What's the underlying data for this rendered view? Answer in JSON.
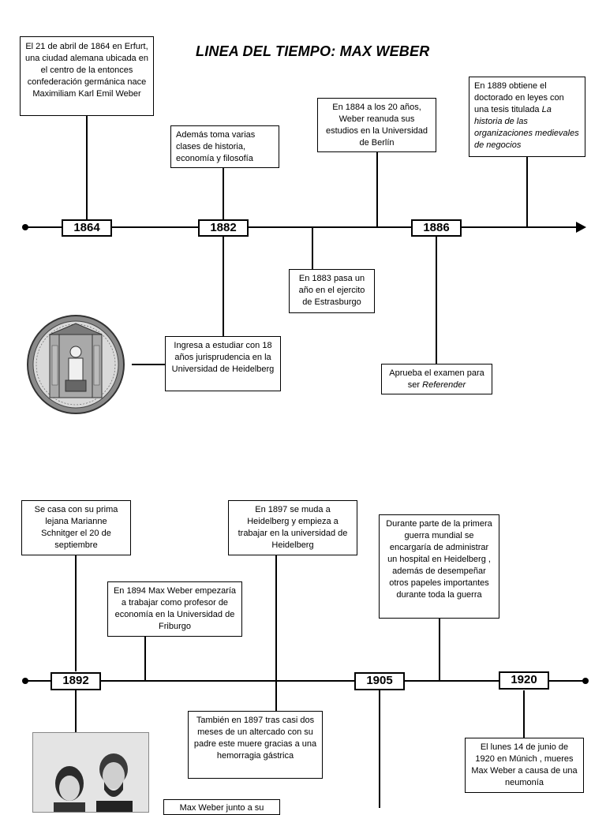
{
  "title": "LINEA DEL TIEMPO: MAX WEBER",
  "years": {
    "y1864": "1864",
    "y1882": "1882",
    "y1886": "1886",
    "y1892": "1892",
    "y1905": "1905",
    "y1920": "1920"
  },
  "events": {
    "birth": "El 21 de abril de 1864 en Erfurt, una ciudad alemana ubicada en el centro de la entonces confederación germánica nace Maximiliam Karl Emil Weber",
    "classes": "Además toma varias clases de historia, economía y filosofía",
    "berlin": "En 1884 a los 20 años, Weber reanuda sus estudios en la Universidad de Berlín",
    "doctorate_prefix": "En 1889 obtiene el doctorado en leyes con una tesis titulada ",
    "doctorate_thesis": "La historia de las organizaciones medievales de negocios",
    "army": "En 1883 pasa un año en el ejercito de Estrasburgo",
    "heidelberg_study": "Ingresa a estudiar con 18 años jurisprudencia en la Universidad de Heidelberg",
    "exam_prefix": "Aprueba el examen para ser ",
    "exam_italic": "Referender",
    "marriage": "Se casa con su prima lejana Marianne Schnitger el 20 de septiembre",
    "friburgo": "En 1894 Max Weber empezaría a trabajar como profesor de economía en la Universidad de Friburgo",
    "heidelberg_work": "En 1897 se muda a Heidelberg y empieza a trabajar en la universidad de Heidelberg",
    "hospital": "Durante parte de la primera guerra mundial se encargaría de administrar un hospital en Heidelberg , además de desempeñar otros papeles importantes durante toda la guerra",
    "father": "También en 1897 tras casi dos meses de un altercado con su padre este muere gracias a una hemorragia gástrica",
    "death": "El lunes 14 de junio de 1920 en Múnich , mueres Max Weber a causa de una neumonía",
    "photo_caption": "Max Weber junto a su"
  },
  "colors": {
    "line": "#000000",
    "background": "#ffffff"
  }
}
